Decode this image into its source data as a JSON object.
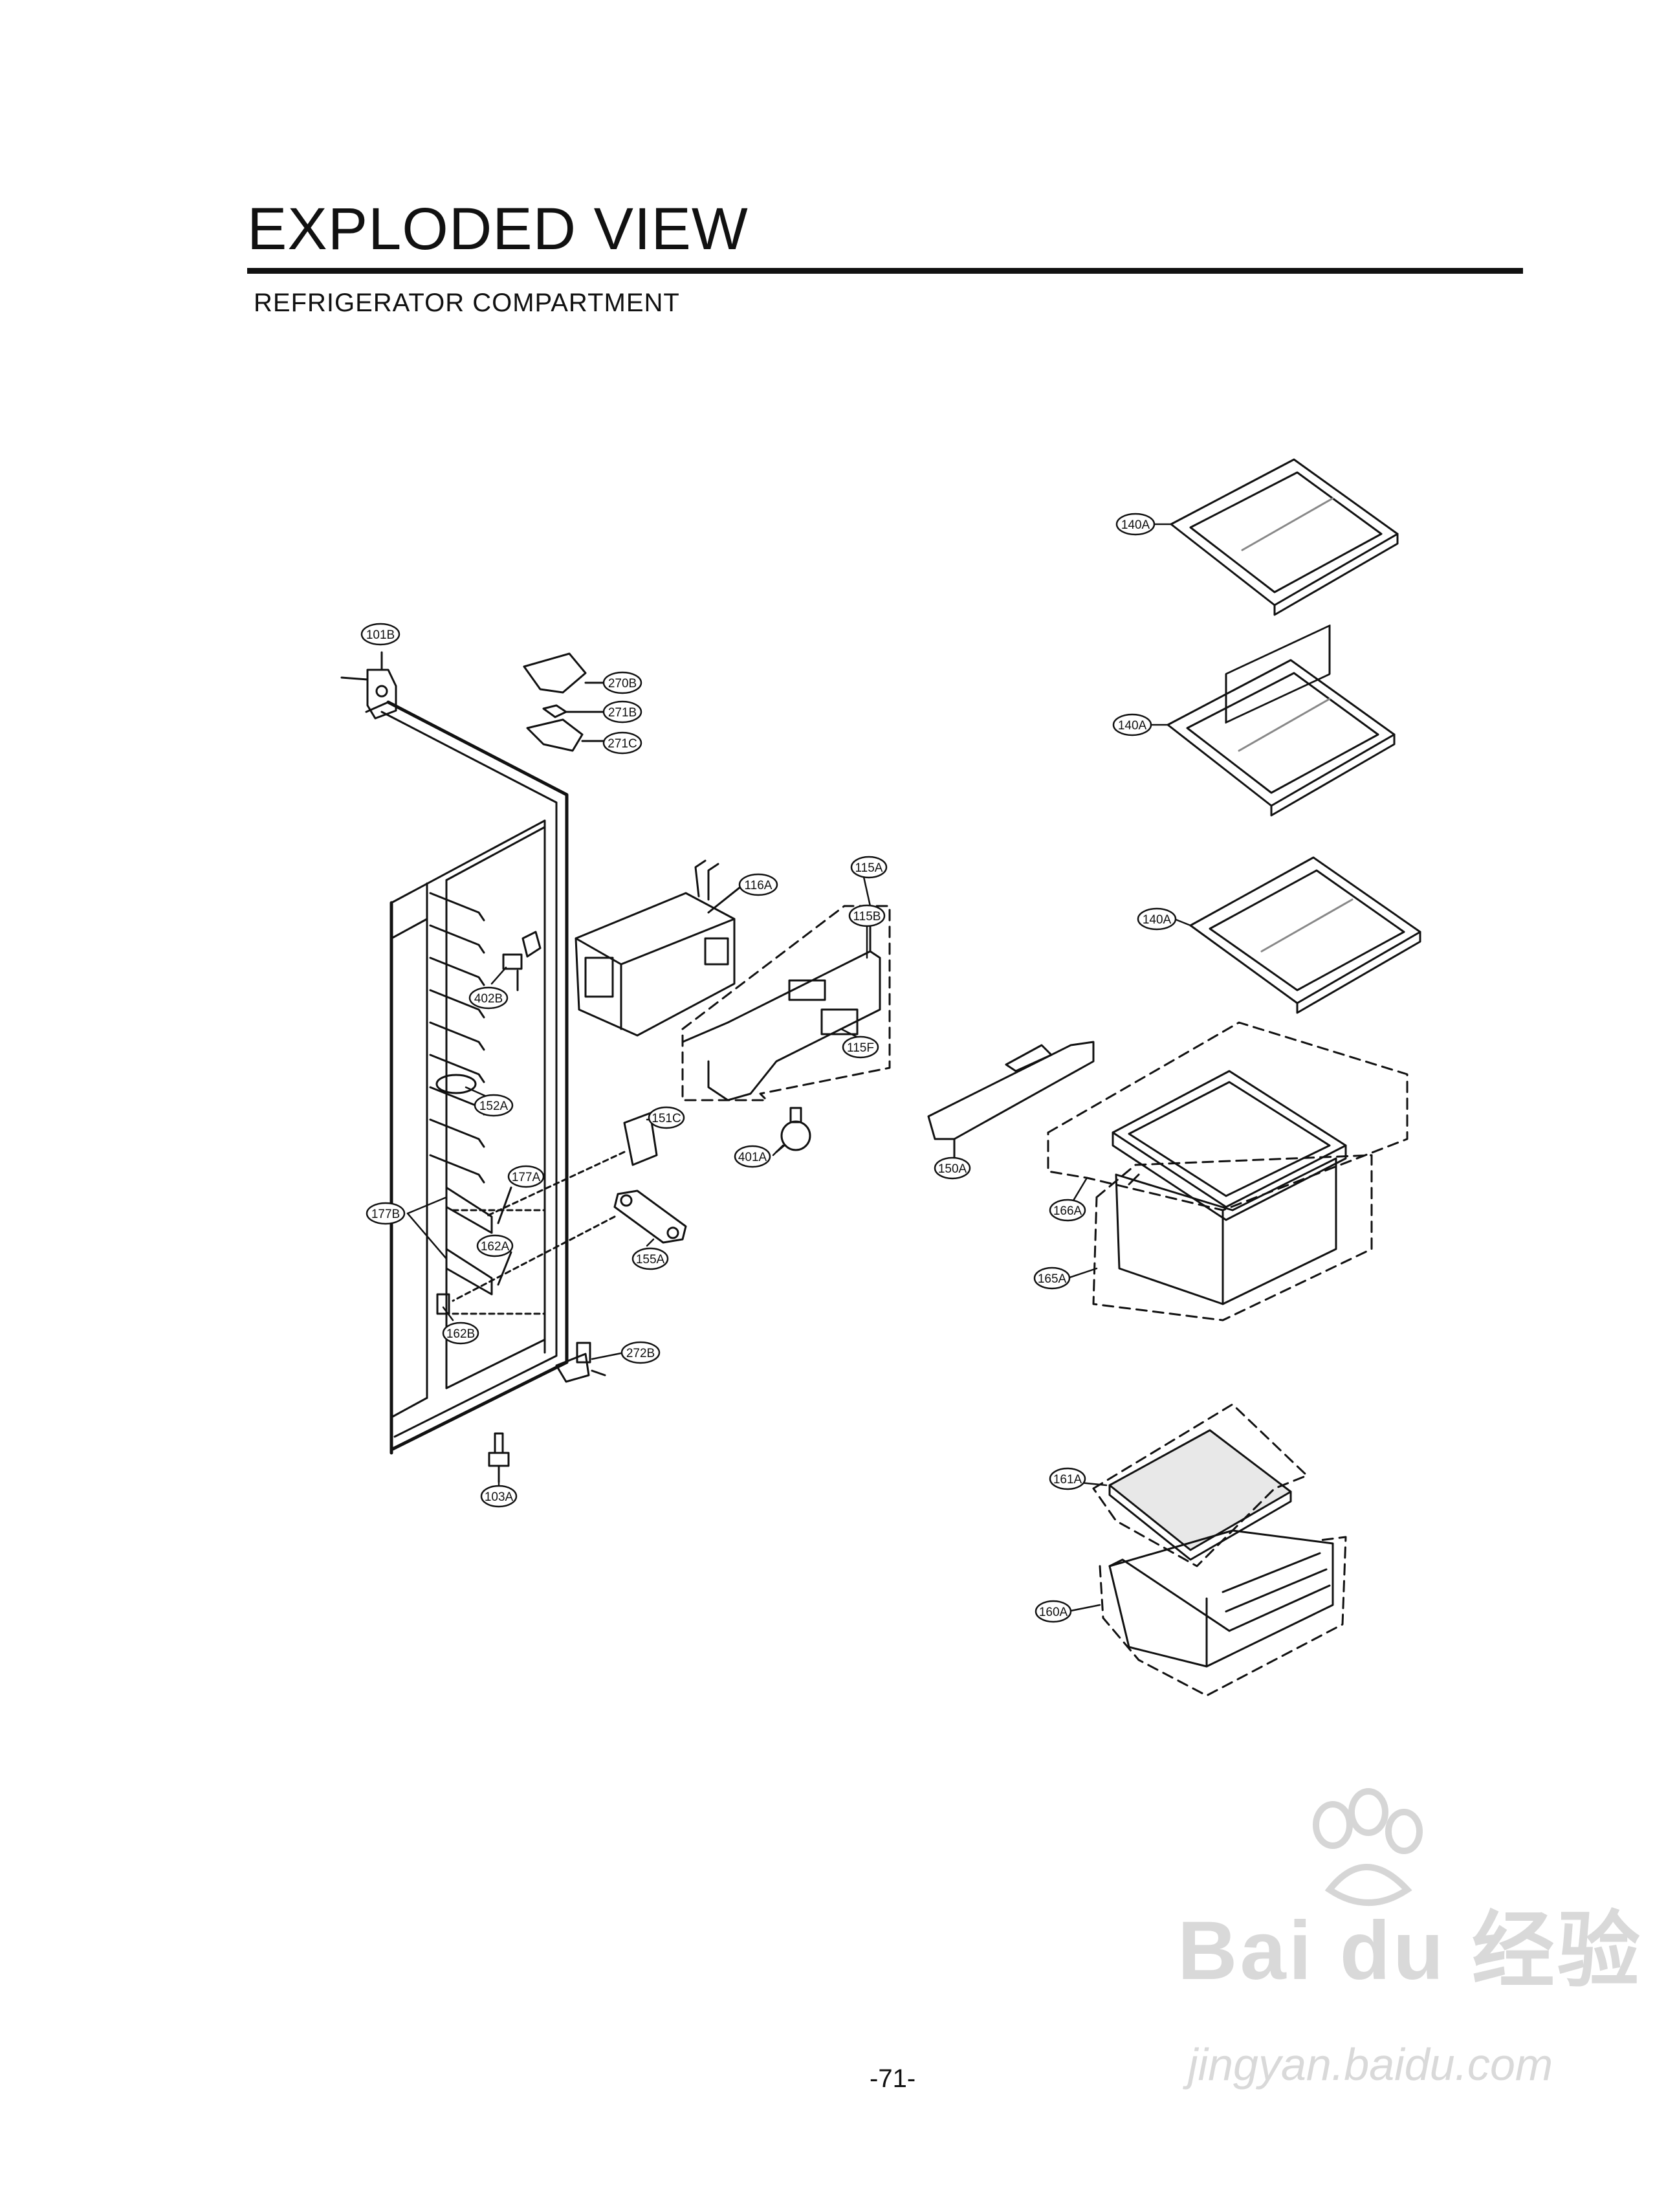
{
  "header": {
    "title": "EXPLODED VIEW",
    "subtitle": "REFRIGERATOR COMPARTMENT"
  },
  "footer": {
    "page_number": "-71-"
  },
  "watermark": {
    "brand": "Bai du 经验",
    "url": "jingyan.baidu.com"
  },
  "parts": {
    "p140a_1": "140A",
    "p140a_2": "140A",
    "p140a_3": "140A",
    "p101b": "101B",
    "p270b": "270B",
    "p271b": "271B",
    "p271c": "271C",
    "p116a": "116A",
    "p115a": "115A",
    "p115b": "115B",
    "p115f": "115F",
    "p402b": "402B",
    "p152a": "152A",
    "p151c": "151C",
    "p401a": "401A",
    "p150a": "150A",
    "p166a": "166A",
    "p165a": "165A",
    "p177a": "177A",
    "p177b": "177B",
    "p162a": "162A",
    "p162b": "162B",
    "p155a": "155A",
    "p272b": "272B",
    "p103a": "103A",
    "p161a": "161A",
    "p160a": "160A"
  }
}
